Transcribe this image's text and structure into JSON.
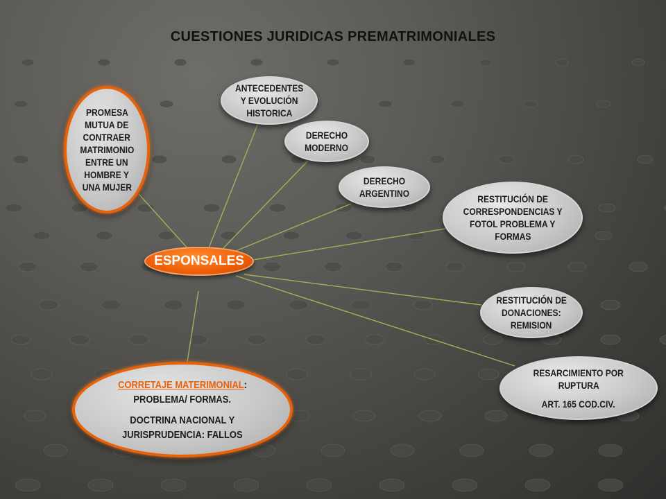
{
  "title": "CUESTIONES JURIDICAS PREMATRIMONIALES",
  "center": {
    "label": "ESPONSALES",
    "color": "#ee5f08"
  },
  "nodes": {
    "promesa": {
      "lines": [
        "PROMESA",
        "MUTUA DE",
        "CONTRAER",
        "MATRIMONIO",
        "ENTRE UN",
        "HOMBRE Y",
        "UNA MUJER"
      ]
    },
    "antecedentes": {
      "lines": [
        "ANTECEDENTES",
        "Y EVOLUCIÓN",
        "HISTORICA"
      ]
    },
    "derecho_moderno": {
      "lines": [
        "DERECHO",
        "MODERNO"
      ]
    },
    "derecho_argentino": {
      "lines": [
        "DERECHO",
        "ARGENTINO"
      ]
    },
    "correspondencias": {
      "lines": [
        "RESTITUCIÓN DE",
        "CORRESPONDENCIAS Y",
        "FOTOL PROBLEMA Y",
        "FORMAS"
      ]
    },
    "donaciones": {
      "lines": [
        "RESTITUCIÓN DE",
        "DONACIONES:",
        "REMISION"
      ]
    },
    "resarcimiento": {
      "lines": [
        "RESARCIMIENTO POR",
        "RUPTURA",
        "ART. 165 COD.CIV."
      ]
    },
    "corretaje": {
      "highlight": "CORRETAJE MATERIMONIAL",
      "suffix": ":",
      "lines": [
        "PROBLEMA/ FORMAS.",
        "DOCTRINA NACIONAL Y",
        "JURISPRUDENCIA: FALLOS"
      ]
    }
  },
  "colors": {
    "accent": "#e8620c",
    "connector": "#9fb35a",
    "title": "#111111"
  }
}
